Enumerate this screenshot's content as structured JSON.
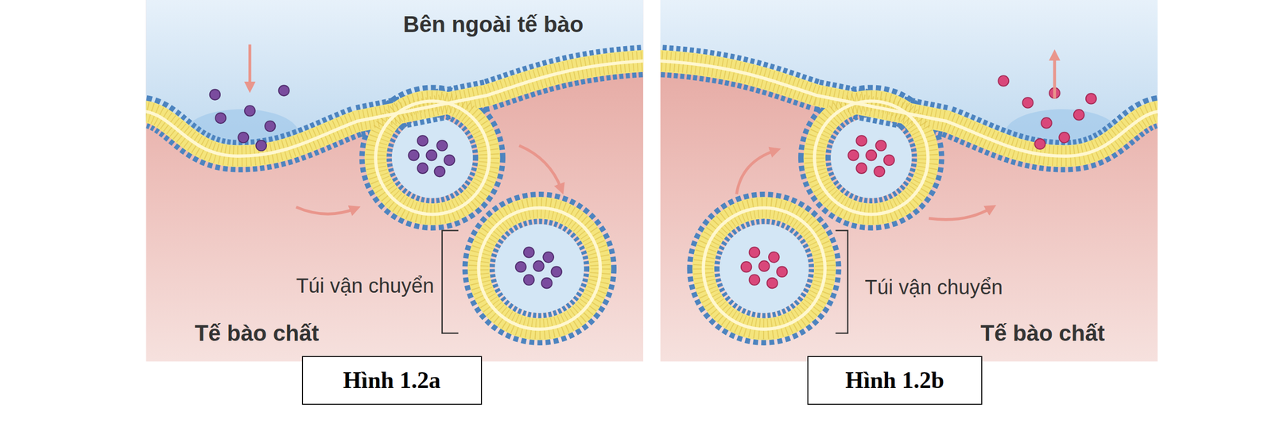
{
  "diagram": {
    "nodes": [
      {
        "text": [
          "Hình 1.2a"
        ]
      },
      {
        "text": [
          "Hình 1.2b"
        ]
      }
    ],
    "labels": [
      "Bên ngoài tế bào",
      "Túi vận chuyển",
      "Tế bào chất",
      "Túi vận chuyển",
      "Tế bào chất"
    ]
  }
}
